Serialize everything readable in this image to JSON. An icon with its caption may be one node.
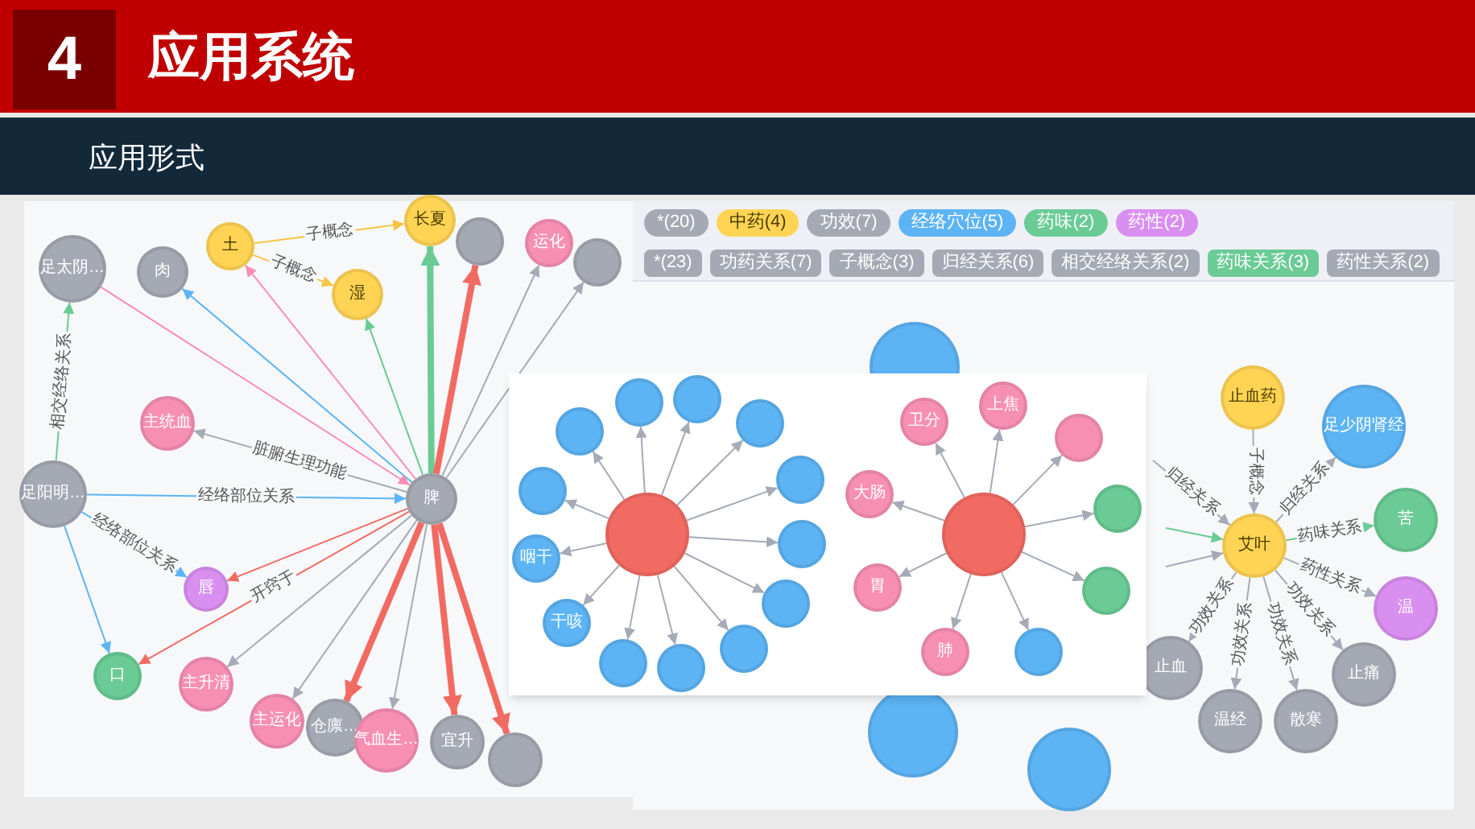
{
  "diagram": {
    "title": "应用系统",
    "nodes": [
      {
        "text": [
          "脾"
        ]
      },
      {
        "text": [
          "足太阴…"
        ]
      },
      {
        "text": [
          "肉"
        ]
      },
      {
        "text": [
          "土"
        ]
      },
      {
        "text": [
          "长夏"
        ]
      },
      {
        "text": [
          "湿"
        ]
      },
      {
        "text": [],
        "shape": "circle"
      },
      {
        "text": [
          "运化"
        ]
      },
      {
        "text": [],
        "shape": "circle"
      },
      {
        "text": [
          "主统血"
        ]
      },
      {
        "text": [
          "足阳明…"
        ]
      },
      {
        "text": [
          "唇"
        ]
      },
      {
        "text": [
          "口"
        ]
      },
      {
        "text": [
          "主升清"
        ]
      },
      {
        "text": [
          "主运化"
        ]
      },
      {
        "text": [
          "仓廪…"
        ]
      },
      {
        "text": [
          "气血生…"
        ]
      },
      {
        "text": [
          "宜升"
        ]
      },
      {
        "text": [],
        "shape": "circle"
      },
      {
        "text": [],
        "shape": "circle"
      },
      {
        "text": [],
        "shape": "circle"
      },
      {
        "text": [],
        "shape": "circle"
      },
      {
        "text": [],
        "shape": "circle"
      },
      {
        "text": [],
        "shape": "circle"
      },
      {
        "text": [],
        "shape": "circle"
      },
      {
        "text": [],
        "shape": "circle"
      },
      {
        "text": [],
        "shape": "circle"
      },
      {
        "text": [],
        "shape": "circle"
      },
      {
        "text": [],
        "shape": "circle"
      },
      {
        "text": [
          "干咳"
        ]
      },
      {
        "text": [
          "咽干"
        ]
      },
      {
        "text": [],
        "shape": "circle"
      },
      {
        "text": [],
        "shape": "circle"
      },
      {
        "text": [],
        "shape": "circle"
      },
      {
        "text": [
          "卫分"
        ]
      },
      {
        "text": [
          "上焦"
        ]
      },
      {
        "text": [],
        "shape": "circle"
      },
      {
        "text": [],
        "shape": "circle"
      },
      {
        "text": [],
        "shape": "circle"
      },
      {
        "text": [],
        "shape": "circle"
      },
      {
        "text": [
          "肺"
        ]
      },
      {
        "text": [
          "胃"
        ]
      },
      {
        "text": [
          "大肠"
        ]
      },
      {
        "text": [
          "艾叶"
        ]
      },
      {
        "text": [
          "止血药"
        ]
      },
      {
        "text": [
          "足少阴肾经"
        ]
      },
      {
        "text": [
          "苦"
        ]
      },
      {
        "text": [
          "温"
        ]
      },
      {
        "text": [
          "止痛"
        ]
      },
      {
        "text": [
          "散寒"
        ]
      },
      {
        "text": [
          "温经"
        ]
      },
      {
        "text": [
          "止血"
        ]
      },
      {
        "text": [],
        "shape": "circle"
      },
      {
        "text": [],
        "shape": "circle"
      },
      {
        "text": [],
        "shape": "circle"
      }
    ],
    "edges": [
      {
        "from": 3,
        "to": 4,
        "arrow": "to",
        "label": "子概念",
        "color": "#f5c542"
      },
      {
        "from": 3,
        "to": 5,
        "arrow": "to",
        "label": "子概念",
        "color": "#f5c542"
      },
      {
        "from": 10,
        "to": 1,
        "arrow": "to",
        "label": "相交经络关系",
        "color": "#6acb95"
      },
      {
        "from": 0,
        "to": 4,
        "arrow": "to",
        "style": "thick",
        "color": "#6acb95"
      },
      {
        "from": 0,
        "to": 6,
        "arrow": "to",
        "style": "thick",
        "color": "#f26b63"
      },
      {
        "from": 0,
        "to": 2,
        "arrow": "to",
        "color": "#5db4f5"
      },
      {
        "from": 0,
        "to": 3,
        "arrow": "to",
        "color": "#f78fb3"
      },
      {
        "from": 1,
        "to": 0,
        "arrow": "to",
        "color": "#f78fb3"
      },
      {
        "from": 0,
        "to": 5,
        "arrow": "to",
        "color": "#6acb95"
      },
      {
        "from": 0,
        "to": 7,
        "arrow": "to"
      },
      {
        "from": 0,
        "to": 8,
        "arrow": "to"
      },
      {
        "from": 0,
        "to": 9,
        "arrow": "to",
        "label": "脏腑生理功能"
      },
      {
        "from": 10,
        "to": 0,
        "arrow": "to",
        "label": "经络部位关系",
        "color": "#5db4f5"
      },
      {
        "from": 10,
        "to": 11,
        "arrow": "to",
        "label": "经络部位关系",
        "color": "#5db4f5"
      },
      {
        "from": 10,
        "to": 12,
        "arrow": "to",
        "color": "#5db4f5"
      },
      {
        "from": 0,
        "to": 11,
        "arrow": "to",
        "color": "#f26b63"
      },
      {
        "from": 0,
        "to": 12,
        "arrow": "to",
        "label": "开窍于",
        "color": "#f26b63"
      },
      {
        "from": 0,
        "to": 13,
        "arrow": "to"
      },
      {
        "from": 0,
        "to": 14,
        "arrow": "to"
      },
      {
        "from": 0,
        "to": 15,
        "arrow": "to",
        "style": "thick",
        "color": "#f26b63"
      },
      {
        "from": 0,
        "to": 16,
        "arrow": "to"
      },
      {
        "from": 0,
        "to": 17,
        "arrow": "to",
        "style": "thick",
        "color": "#f26b63"
      },
      {
        "from": 0,
        "to": 18,
        "arrow": "to",
        "style": "thick",
        "color": "#f26b63"
      },
      {
        "from": 19,
        "to": 20,
        "arrow": "to"
      },
      {
        "from": 19,
        "to": 21,
        "arrow": "to"
      },
      {
        "from": 19,
        "to": 22,
        "arrow": "to"
      },
      {
        "from": 19,
        "to": 23,
        "arrow": "to"
      },
      {
        "from": 19,
        "to": 24,
        "arrow": "to"
      },
      {
        "from": 19,
        "to": 25,
        "arrow": "to"
      },
      {
        "from": 19,
        "to": 26,
        "arrow": "to"
      },
      {
        "from": 19,
        "to": 27,
        "arrow": "to"
      },
      {
        "from": 19,
        "to": 28,
        "arrow": "to"
      },
      {
        "from": 19,
        "to": 29,
        "arrow": "to"
      },
      {
        "from": 19,
        "to": 30,
        "arrow": "to"
      },
      {
        "from": 19,
        "to": 31,
        "arrow": "to"
      },
      {
        "from": 19,
        "to": 32,
        "arrow": "to"
      },
      {
        "from": 33,
        "to": 34,
        "arrow": "to"
      },
      {
        "from": 33,
        "to": 35,
        "arrow": "to"
      },
      {
        "from": 33,
        "to": 36,
        "arrow": "to"
      },
      {
        "from": 33,
        "to": 37,
        "arrow": "to"
      },
      {
        "from": 33,
        "to": 38,
        "arrow": "to"
      },
      {
        "from": 33,
        "to": 39,
        "arrow": "to"
      },
      {
        "from": 33,
        "to": 40,
        "arrow": "to"
      },
      {
        "from": 33,
        "to": 41,
        "arrow": "to"
      },
      {
        "from": 33,
        "to": 42,
        "arrow": "to"
      },
      {
        "from": 44,
        "to": 43,
        "arrow": "to",
        "label": "子概念"
      },
      {
        "from": 43,
        "to": 45,
        "arrow": "to",
        "label": "归经关系"
      },
      {
        "from": 43,
        "to": 46,
        "arrow": "to",
        "label": "药味关系",
        "color": "#6acb95"
      },
      {
        "from": 43,
        "to": 47,
        "arrow": "to",
        "label": "药性关系"
      },
      {
        "from": 43,
        "to": 48,
        "arrow": "to",
        "label": "功效关系"
      },
      {
        "from": 43,
        "to": 49,
        "arrow": "to",
        "label": "功效关系"
      },
      {
        "from": 43,
        "to": 50,
        "arrow": "to",
        "label": "功效关系"
      },
      {
        "from": 43,
        "to": 51,
        "arrow": "to",
        "label": "功效关系"
      },
      {
        "from": null,
        "to": 43,
        "arrow": "to",
        "label": "归经关系"
      },
      {
        "from": null,
        "to": 43,
        "arrow": "to",
        "color": "#6acb95"
      },
      {
        "from": null,
        "to": 43,
        "arrow": "to"
      }
    ],
    "labels": [
      "4",
      "应用形式",
      "*(20)",
      "中药(4)",
      "功效(7)",
      "经络穴位(5)",
      "药味(2)",
      "药性(2)",
      "*(23)",
      "功药关系(7)",
      "子概念(3)",
      "归经关系(6)",
      "相交经络关系(2)",
      "药味关系(3)",
      "药性关系(2)"
    ]
  }
}
